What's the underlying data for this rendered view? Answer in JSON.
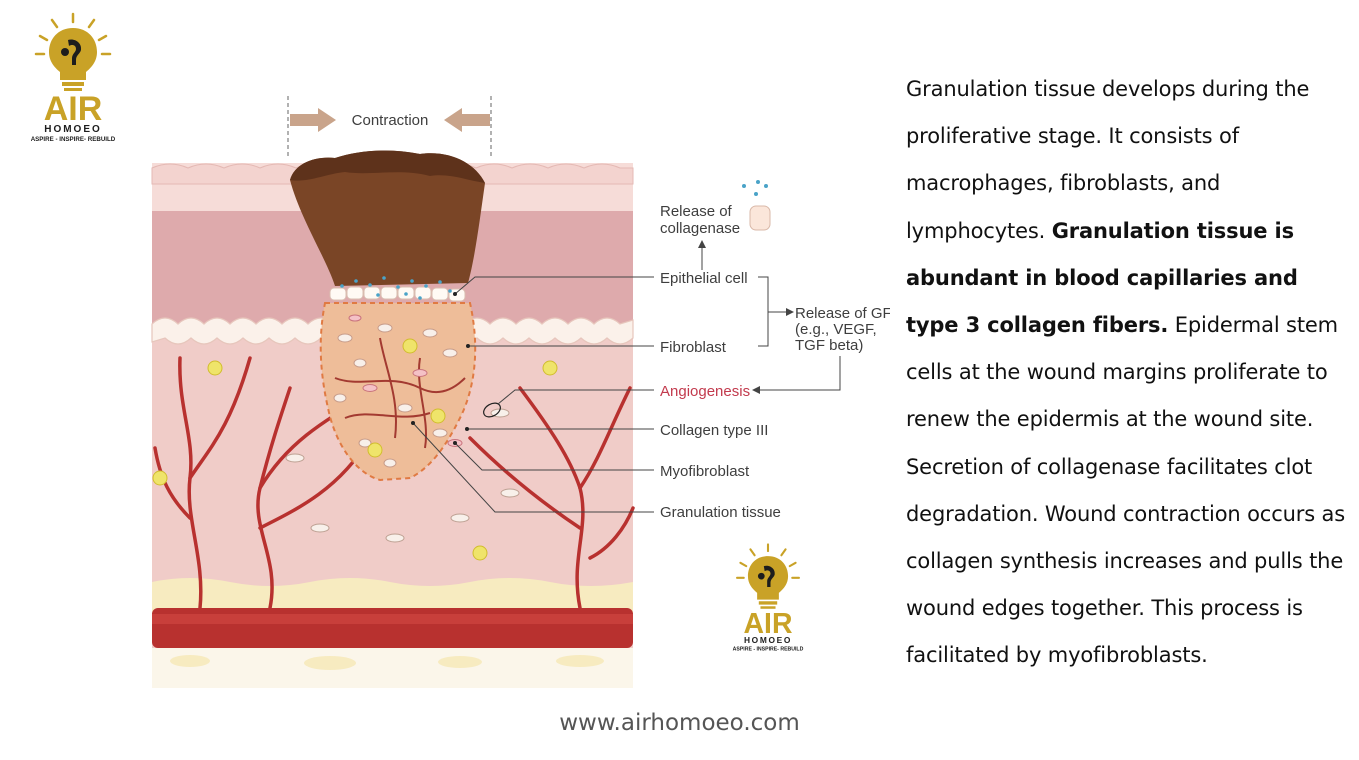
{
  "logo": {
    "wordmark": "AIR",
    "brand": "HOMOEO",
    "tagline": "ASPIRE - INSPIRE- REBUILD",
    "colors": {
      "gold": "#c9a227",
      "dark": "#1d1d1d"
    },
    "icon": "lightbulb-head-icon"
  },
  "figure": {
    "contraction": "Contraction",
    "release_collagenase": [
      "Release of",
      "collagenase"
    ],
    "epithelial_cell": "Epithelial cell",
    "fibroblast": "Fibroblast",
    "release_gf": [
      "Release of GF",
      "(e.g., VEGF,",
      "TGF beta)"
    ],
    "angiogenesis": "Angiogenesis",
    "collagen_type_iii": "Collagen type III",
    "myofibroblast": "Myofibroblast",
    "granulation_tissue": "Granulation tissue",
    "colors": {
      "skin_top": "#f6dcd8",
      "dermis_upper": "#deaaac",
      "dermis_lower": "#f0ccc8",
      "scab": "#7a4526",
      "granulation": "#eebd99",
      "vessel": "#b8312f",
      "fat": "#f7ebc0",
      "angiogenesis_label": "#c23a4d"
    }
  },
  "text": {
    "p1": "Granulation tissue develops during the proliferative stage. It consists of macrophages, fibroblasts, and lymphocytes. ",
    "p1_bold": "Granulation tissue is abundant in blood capillaries and type 3 collagen fibers.",
    "p2": " Epidermal stem cells at the wound margins proliferate to renew the epidermis at the wound site. Secretion of collagenase facilitates clot degradation. Wound contraction occurs as collagen synthesis increases and pulls the wound edges together. This process is facilitated by myofibroblasts."
  },
  "footer": {
    "website": "www.airhomoeo.com"
  }
}
